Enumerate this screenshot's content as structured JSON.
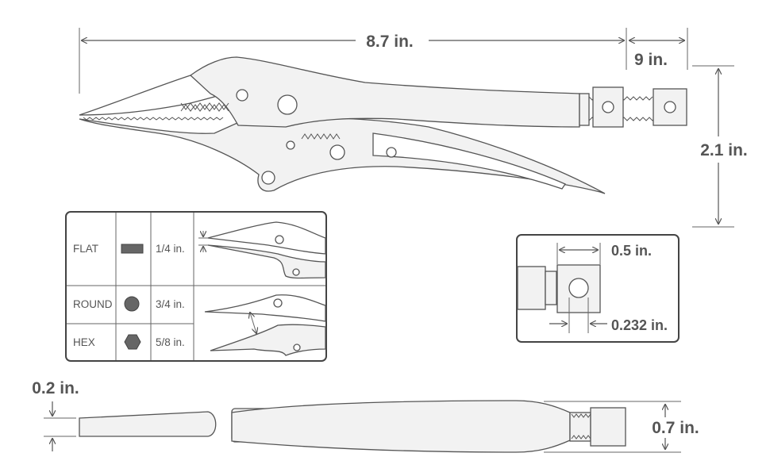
{
  "dimensions": {
    "overall_length": "8.7 in.",
    "nominal_size": "9 in.",
    "height": "2.1 in.",
    "screw_width": "0.5 in.",
    "screw_hole": "0.232 in.",
    "tip_thickness": "0.2 in.",
    "handle_thickness": "0.7 in."
  },
  "capacity_table": {
    "rows": [
      {
        "shape": "FLAT",
        "size": "1/4 in."
      },
      {
        "shape": "ROUND",
        "size": "3/4 in."
      },
      {
        "shape": "HEX",
        "size": "5/8 in."
      }
    ]
  },
  "colors": {
    "line": "#555555",
    "fill": "#f2f2f2",
    "swatch": "#666666",
    "table_border": "#444444"
  },
  "icons": [
    "flat-bar-swatch",
    "round-bar-swatch",
    "hex-bar-swatch",
    "plier-jaw-thumbnail"
  ]
}
